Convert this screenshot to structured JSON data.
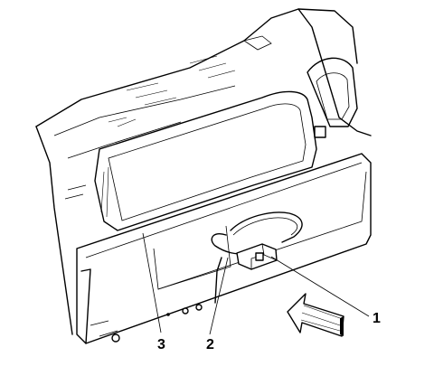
{
  "diagram": {
    "callouts": [
      {
        "label": "1",
        "part": "connector"
      },
      {
        "label": "2",
        "part": "wire-harness"
      },
      {
        "label": "3",
        "part": "window-seal"
      }
    ],
    "colors": {
      "line": "#000000",
      "background": "#ffffff"
    },
    "icons": [
      "direction-arrow-icon"
    ]
  }
}
